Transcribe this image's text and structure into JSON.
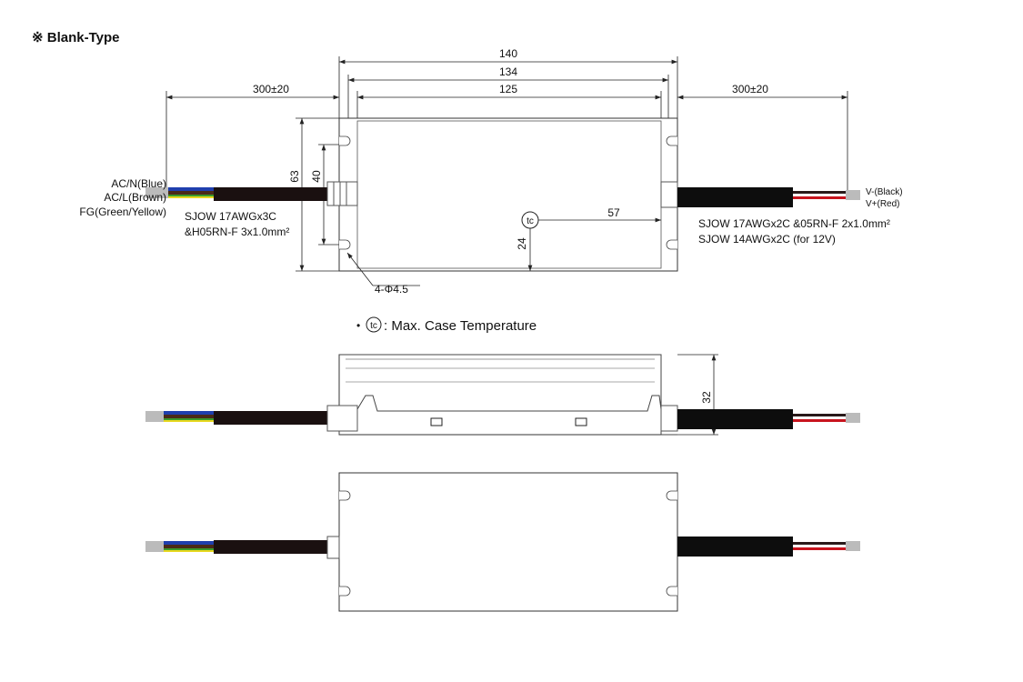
{
  "title": "※ Blank-Type",
  "dimensions": {
    "overall_length": "140",
    "mounting_length": "134",
    "body_length": "125",
    "input_cable_length": "300±20",
    "output_cable_length": "300±20",
    "overall_width": "63",
    "mounting_width": "40",
    "tc_x": "57",
    "tc_y": "24",
    "height": "32",
    "mounting_holes": "4-Φ4.5"
  },
  "input_wires": [
    "AC/N(Blue)",
    "AC/L(Brown)",
    "FG(Green/Yellow)"
  ],
  "input_cable": [
    "SJOW 17AWGx3C",
    "&H05RN-F 3x1.0mm²"
  ],
  "output_wires": [
    "V-(Black)",
    "V+(Red)"
  ],
  "output_cable": [
    "SJOW 17AWGx2C &05RN-F 2x1.0mm²",
    "SJOW 14AWGx2C (for 12V)"
  ],
  "tc_symbol": "tc",
  "legend": {
    "bullet": "•",
    "symbol": "tc",
    "text": ": Max. Case Temperature"
  },
  "colors": {
    "blue": "#1f3fae",
    "brown": "#4a2a18",
    "green": "#3a9a2a",
    "yellow": "#e8d820",
    "black": "#111111",
    "red": "#c8141e",
    "cable": "#1a1010"
  }
}
